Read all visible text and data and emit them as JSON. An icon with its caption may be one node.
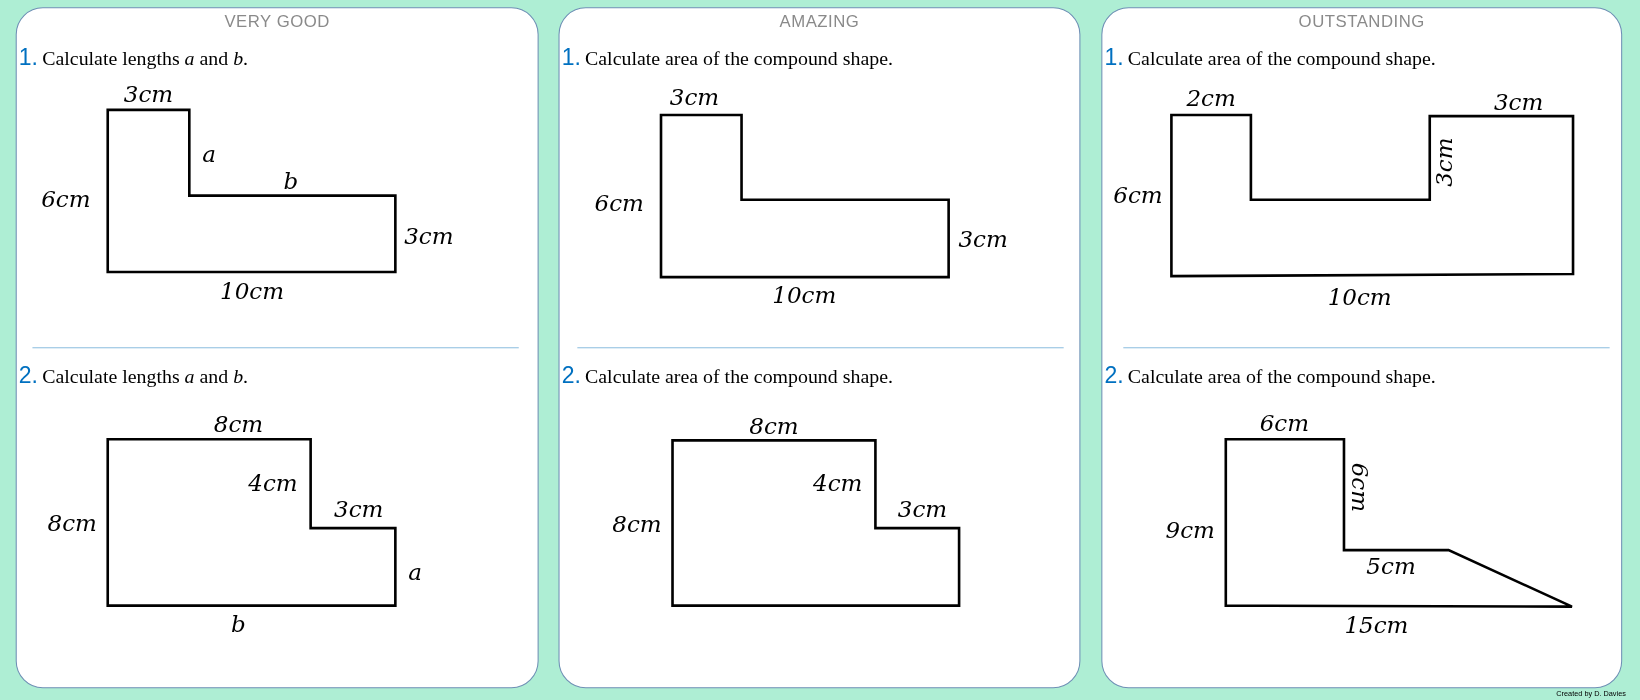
{
  "diagram": {
    "nodes": [
      {
        "text": [
          "VERY GOOD"
        ]
      },
      {
        "text": [
          "1.",
          "Calculate lengths *a* and *b*."
        ],
        "in": 0
      },
      {
        "text": [
          "2.",
          "Calculate lengths *a* and *b*."
        ],
        "in": 0
      },
      {
        "text": [
          "AMAZING"
        ]
      },
      {
        "text": [
          "1.",
          "Calculate area of the compound shape."
        ],
        "in": 3
      },
      {
        "text": [
          "2.",
          "Calculate area of the compound shape."
        ],
        "in": 3
      },
      {
        "text": [
          "OUTSTANDING"
        ]
      },
      {
        "text": [
          "1.",
          "Calculate area of the compound shape."
        ],
        "in": 6
      },
      {
        "text": [
          "2.",
          "Calculate area of the compound shape."
        ],
        "in": 6
      }
    ],
    "labels": [
      "3cm",
      "a",
      "6cm",
      "b",
      "3cm",
      "10cm",
      "8cm",
      "4cm",
      "3cm",
      "8cm",
      "a",
      "b",
      "3cm",
      "6cm",
      "3cm",
      "10cm",
      "8cm",
      "4cm",
      "3cm",
      "8cm",
      "2cm",
      "3cm",
      "3cm",
      "6cm",
      "10cm",
      "6cm",
      "6cm",
      "9cm",
      "5cm",
      "15cm",
      "Created by D. Davies"
    ]
  }
}
